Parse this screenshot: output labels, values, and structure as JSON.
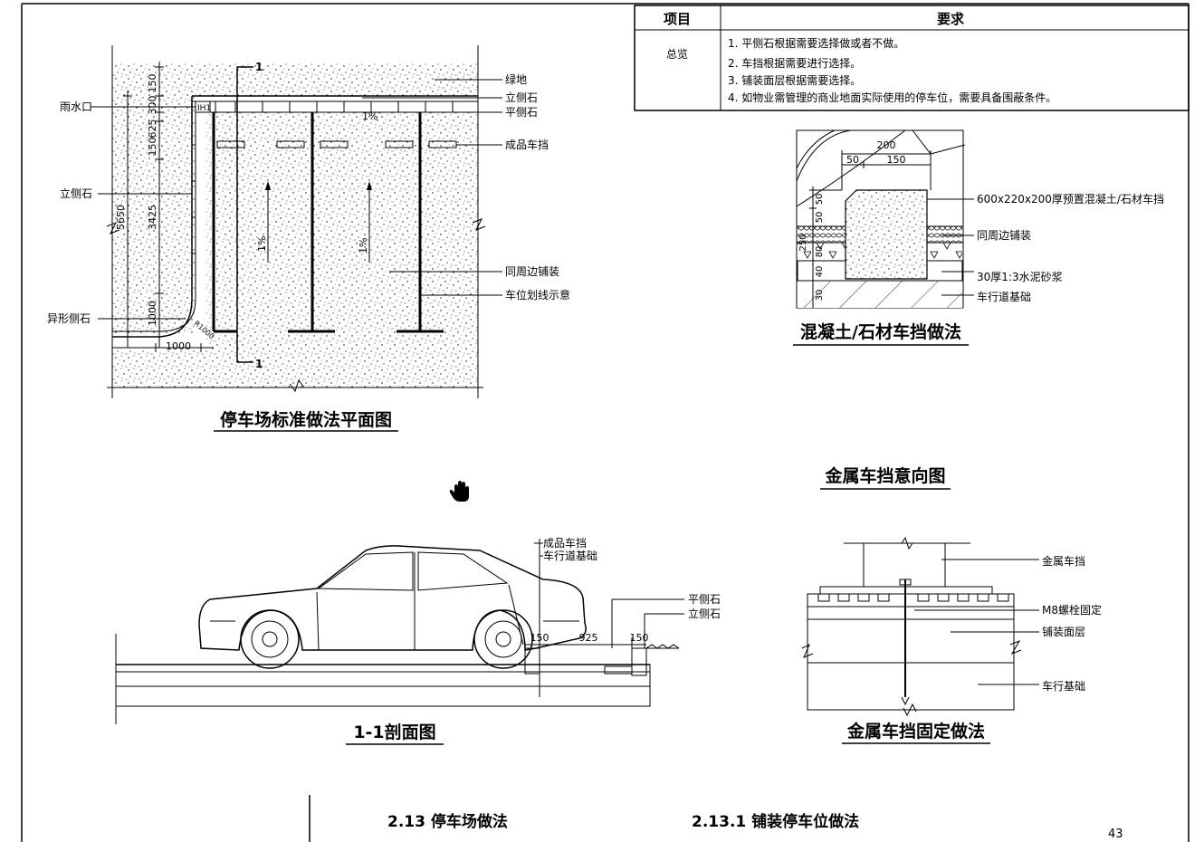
{
  "spec_table": {
    "header_item": "项目",
    "header_req": "要求",
    "row_label": "总览",
    "items": [
      "1. 平侧石根据需要选择做或者不做。",
      "2. 车挡根据需要进行选择。",
      "3. 铺装面层根据需要选择。",
      "4. 如物业需管理的商业地面实际使用的停车位，需要具备围蔽条件。"
    ]
  },
  "plan": {
    "title": "停车场标准做法平面图",
    "labels": {
      "green": "绿地",
      "standing_curb": "立侧石",
      "flat_curb": "平侧石",
      "rain_inlet": "雨水口",
      "stopper": "成品车挡",
      "left_curb": "立侧石",
      "special_curb": "异形侧石",
      "paving": "同周边铺装",
      "marking": "车位划线示意",
      "section_mark": "1",
      "slope1": "1%",
      "slope2": "1%",
      "slope3": "1%",
      "inlet_tag": "IH1",
      "r_tag": "R1000"
    },
    "dims": {
      "total": "5650",
      "d150a": "150",
      "d300": "300",
      "d625": "625",
      "d150b": "150",
      "d3425": "3425",
      "d1000v": "1000",
      "d1000h": "1000"
    }
  },
  "concrete": {
    "title": "混凝土/石材车挡做法",
    "labels": {
      "stopper": "600x220x200厚预置混凝土/石材车挡",
      "paving": "同周边铺装",
      "mortar": "30厚1:3水泥砂浆",
      "base": "车行道基础"
    },
    "dims": {
      "d200": "200",
      "d50": "50",
      "d150": "150",
      "v50a": "50",
      "v50b": "50",
      "v250": "250",
      "v80": "80",
      "v40": "40",
      "v30": "30"
    }
  },
  "metal_intent": {
    "title": "金属车挡意向图"
  },
  "section": {
    "title": "1-1剖面图",
    "labels": {
      "stopper": "成品车挡",
      "base": "车行道基础",
      "flat_curb": "平侧石",
      "standing_curb": "立侧石"
    },
    "dims": {
      "d150a": "150",
      "d925": "925",
      "d150b": "150"
    }
  },
  "metal_fix": {
    "title": "金属车挡固定做法",
    "labels": {
      "stopper": "金属车挡",
      "bolt": "M8螺栓固定",
      "paving": "铺装面层",
      "base": "车行基础"
    }
  },
  "footer": {
    "section": "2.13  停车场做法",
    "subsection": "2.13.1  铺装停车位做法",
    "page": "43"
  },
  "colors": {
    "line": "#000000",
    "paper": "#ffffff"
  }
}
